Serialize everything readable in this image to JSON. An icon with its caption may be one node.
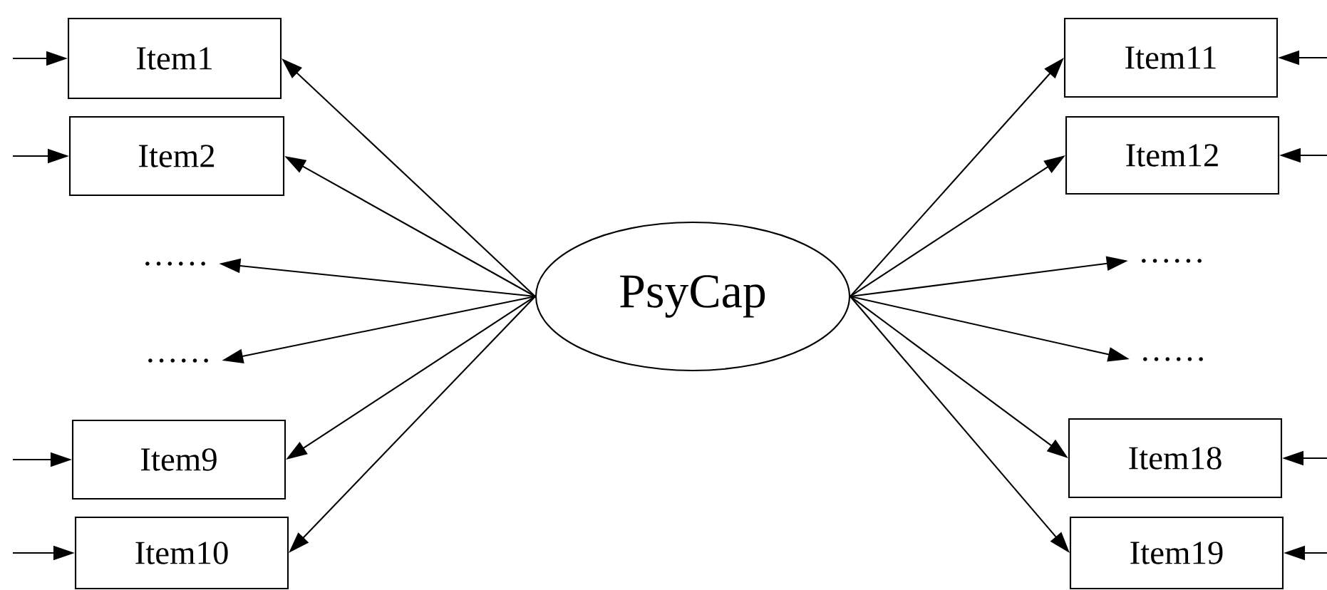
{
  "diagram": {
    "nodes": [
      {
        "text": [
          "Item1"
        ]
      },
      {
        "text": [
          "Item2"
        ]
      },
      {
        "text": [
          "……"
        ]
      },
      {
        "text": [
          "……"
        ]
      },
      {
        "text": [
          "Item9"
        ]
      },
      {
        "text": [
          "Item10"
        ]
      },
      {
        "text": [
          "PsyCap"
        ]
      },
      {
        "text": [
          "Item11"
        ]
      },
      {
        "text": [
          "Item12"
        ]
      },
      {
        "text": [
          "……"
        ]
      },
      {
        "text": [
          "……"
        ]
      },
      {
        "text": [
          "Item18"
        ]
      },
      {
        "text": [
          "Item19"
        ]
      }
    ],
    "edges": [
      {
        "from": 6,
        "to": 0,
        "arrow": "to"
      },
      {
        "from": 6,
        "to": 1,
        "arrow": "to"
      },
      {
        "from": 6,
        "to": 2,
        "arrow": "to"
      },
      {
        "from": 6,
        "to": 3,
        "arrow": "to"
      },
      {
        "from": 6,
        "to": 4,
        "arrow": "to"
      },
      {
        "from": 6,
        "to": 5,
        "arrow": "to"
      },
      {
        "from": 6,
        "to": 7,
        "arrow": "to"
      },
      {
        "from": 6,
        "to": 8,
        "arrow": "to"
      },
      {
        "from": 6,
        "to": 9,
        "arrow": "to"
      },
      {
        "from": 6,
        "to": 10,
        "arrow": "to"
      },
      {
        "from": 6,
        "to": 11,
        "arrow": "to"
      },
      {
        "from": 6,
        "to": 12,
        "arrow": "to"
      },
      {
        "from": null,
        "to": 0,
        "arrow": "to"
      },
      {
        "from": null,
        "to": 1,
        "arrow": "to"
      },
      {
        "from": null,
        "to": 4,
        "arrow": "to"
      },
      {
        "from": null,
        "to": 5,
        "arrow": "to"
      },
      {
        "from": null,
        "to": 7,
        "arrow": "to"
      },
      {
        "from": null,
        "to": 8,
        "arrow": "to"
      },
      {
        "from": null,
        "to": 11,
        "arrow": "to"
      },
      {
        "from": null,
        "to": 12,
        "arrow": "to"
      }
    ]
  }
}
